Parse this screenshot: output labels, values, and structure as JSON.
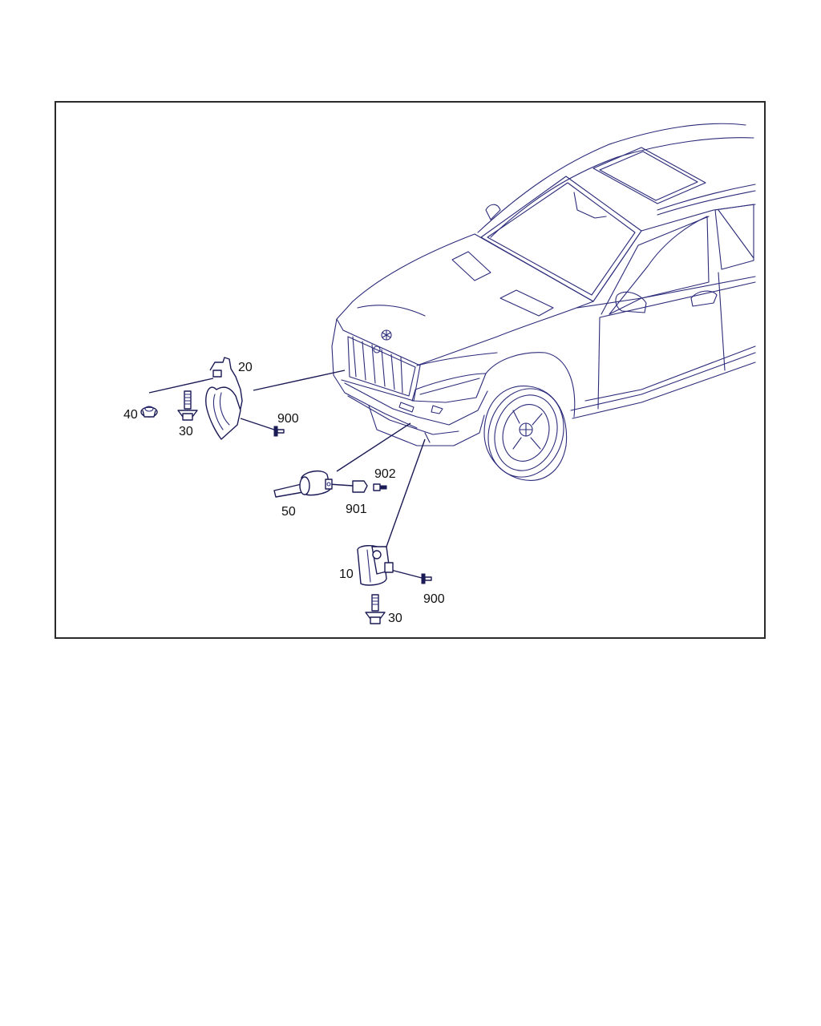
{
  "callouts": {
    "p20": "20",
    "p40": "40",
    "p30_upper": "30",
    "p900_upper": "900",
    "p902": "902",
    "p50": "50",
    "p901": "901",
    "p10": "10",
    "p900_lower": "900",
    "p30_lower": "30"
  },
  "colors": {
    "line": "#2b2b7a",
    "frame": "#2a2a2a",
    "background": "#ffffff"
  }
}
